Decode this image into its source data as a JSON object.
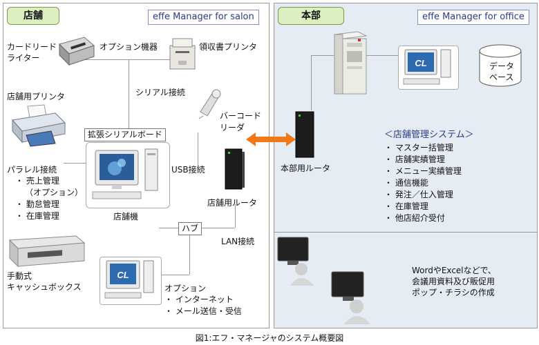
{
  "store": {
    "tag": "店舗",
    "brand": "effe Manager for salon",
    "card_reader": [
      "カードリード",
      "ライター"
    ],
    "option_devices": "オプション機器",
    "receipt_printer": "領収書プリンタ",
    "serial": "シリアル接続",
    "store_printer": "店舗用プリンタ",
    "barcode_reader": [
      "バーコード",
      "リーダ"
    ],
    "expansion_board": "拡張シリアルボード",
    "parallel": "パラレル接続",
    "parallel_items": [
      "・ 売上管理",
      "（オプション）",
      "・ 勤怠管理",
      "・ 在庫管理"
    ],
    "usb": "USB接続",
    "store_router": "店舗用ルータ",
    "store_pc": "店舗機",
    "hub": "ハブ",
    "lan": "LAN接続",
    "cash_box": [
      "手動式",
      "キャッシュボックス"
    ],
    "option_title": "オプション",
    "option_items": [
      "・ インターネット",
      "・ メール送信・受信"
    ]
  },
  "hq": {
    "tag": "本部",
    "brand": "effe Manager for office",
    "database": [
      "データ",
      "ベース"
    ],
    "hq_router": "本部用ルータ",
    "system_title": "＜店舗管理システム＞",
    "system_items": [
      "・ マスター括管理",
      "・ 店舗実績管理",
      "・ メニュー実績管理",
      "・ 通信機能",
      "・ 発注／仕入管理",
      "・ 在庫管理",
      "・ 他店紹介受付"
    ],
    "office_text": [
      "WordやExcelなどで、",
      "会議用資料及び販促用",
      "ポップ・チラシの作成"
    ]
  },
  "caption": "図1:エフ・マネージャのシステム概要図",
  "colors": {
    "store_bg": "#ffffff",
    "hq_bg": "#e6ecf4",
    "tag_bg": "#dcefc0",
    "arrow": "#f07a1a"
  }
}
